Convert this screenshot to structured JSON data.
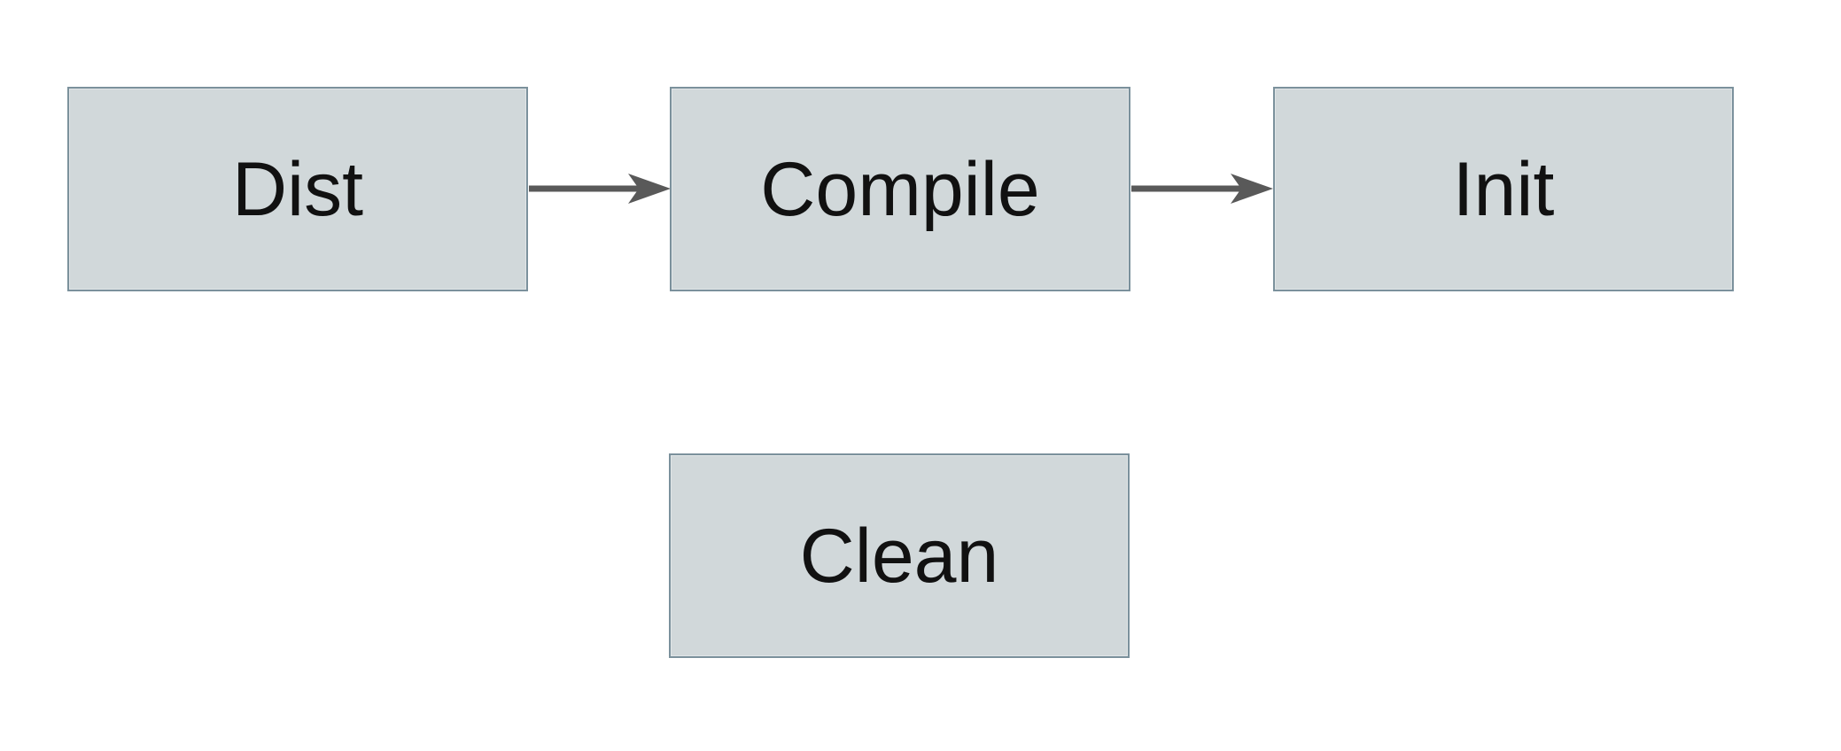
{
  "diagram": {
    "type": "flowchart",
    "background_color": "#ffffff",
    "node_fill_color": "#d1d8da",
    "node_border_color": "#7b919c",
    "arrow_color": "#595959",
    "text_color": "#111111",
    "nodes": [
      {
        "id": "dist",
        "label": "Dist",
        "row": "top",
        "order": 1
      },
      {
        "id": "compile",
        "label": "Compile",
        "row": "top",
        "order": 2
      },
      {
        "id": "init",
        "label": "Init",
        "row": "top",
        "order": 3
      },
      {
        "id": "clean",
        "label": "Clean",
        "row": "bottom",
        "order": 1
      }
    ],
    "edges": [
      {
        "from": "Dist",
        "to": "Compile",
        "direction": "right"
      },
      {
        "from": "Compile",
        "to": "Init",
        "direction": "right"
      }
    ]
  }
}
